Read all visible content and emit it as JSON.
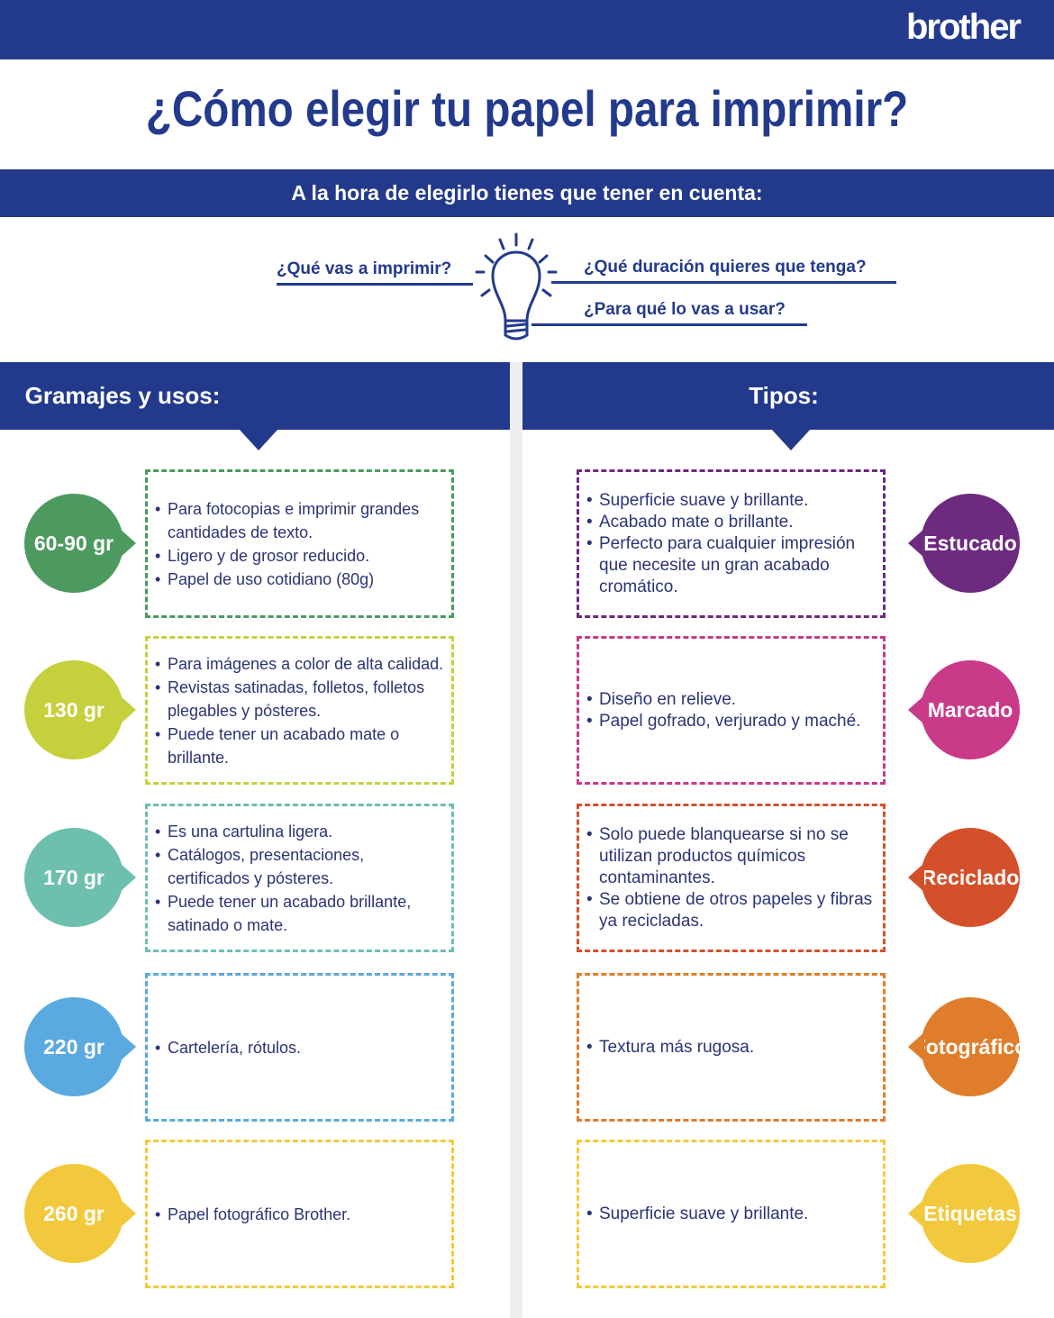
{
  "brand": "brother",
  "title": "¿Cómo elegir tu papel para imprimir?",
  "subtitle": "A la hora de elegirlo tienes que tener en cuenta:",
  "questions": [
    "¿Qué vas a imprimir?",
    "¿Qué duración quieres que tenga?",
    "¿Para qué lo vas a usar?"
  ],
  "left_header": "Gramajes y usos:",
  "right_header": "Tipos:",
  "gramajes": [
    {
      "label": "60-90 gr",
      "color": "#4c9a60",
      "items": [
        "Para fotocopias e imprimir grandes cantidades de texto.",
        "Ligero y de grosor reducido.",
        "Papel de uso cotidiano (80g)"
      ]
    },
    {
      "label": "130 gr",
      "color": "#c5d03c",
      "items": [
        "Para imágenes a color de alta calidad.",
        "Revistas satinadas, folletos, folletos plegables y pósteres.",
        "Puede tener un acabado mate o brillante."
      ]
    },
    {
      "label": "170 gr",
      "color": "#6dbfae",
      "items": [
        "Es una cartulina ligera.",
        "Catálogos, presentaciones, certificados y pósteres.",
        "Puede tener un acabado brillante, satinado o mate."
      ]
    },
    {
      "label": "220 gr",
      "color": "#5aa9e0",
      "items": [
        "Cartelería, rótulos."
      ]
    },
    {
      "label": "260 gr",
      "color": "#f2c93c",
      "items": [
        "Papel fotográfico Brother."
      ]
    }
  ],
  "tipos": [
    {
      "label": "Estucado",
      "color": "#6d2a7f",
      "items": [
        "Superficie suave y brillante.",
        "Acabado mate o brillante.",
        "Perfecto para cualquier impresión que necesite un gran acabado cromático."
      ]
    },
    {
      "label": "Marcado",
      "color": "#c93a88",
      "items": [
        "Diseño en relieve.",
        "Papel gofrado, verjurado y maché."
      ]
    },
    {
      "label": "Reciclado",
      "color": "#d4502a",
      "items": [
        "Solo puede blanquearse si no se utilizan productos químicos contaminantes.",
        "Se obtiene de otros papeles y fibras ya recicladas."
      ]
    },
    {
      "label": "Fotográfico",
      "color": "#e07d2b",
      "items": [
        "Textura más rugosa."
      ]
    },
    {
      "label": "Etiquetas",
      "color": "#f2c93c",
      "items": [
        "Superficie suave y brillante."
      ]
    }
  ]
}
